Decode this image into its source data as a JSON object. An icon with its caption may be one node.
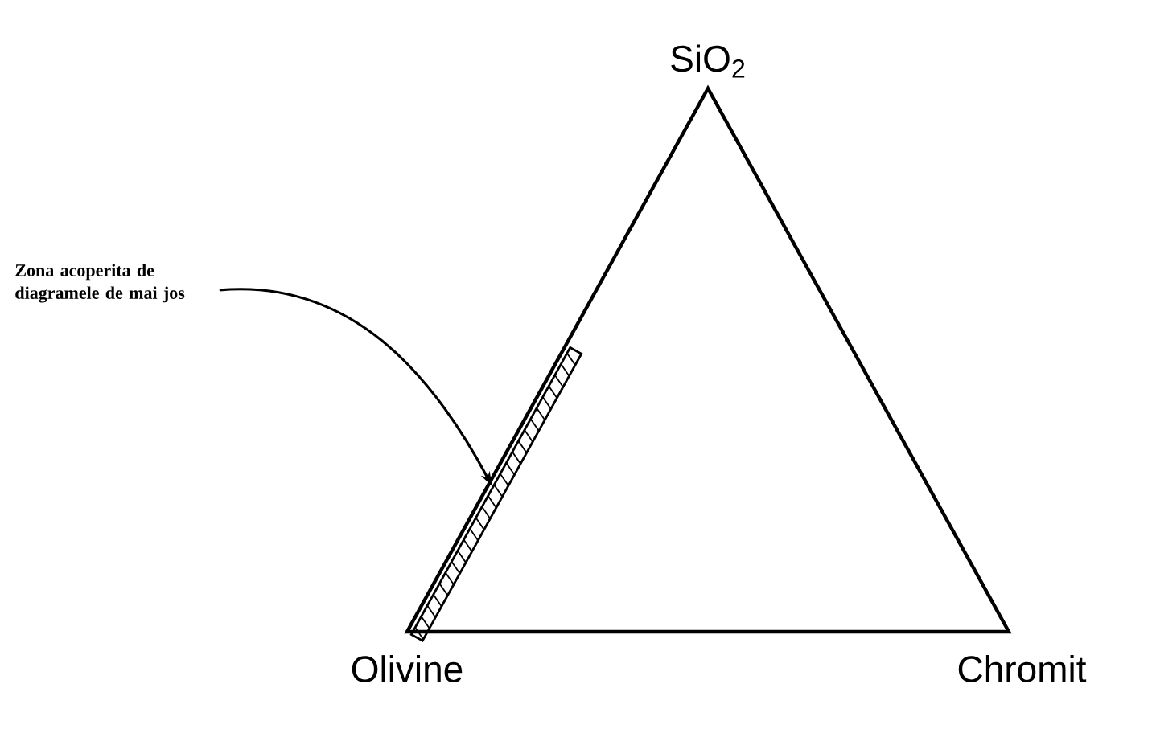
{
  "diagram": {
    "nodes": [
      {
        "text": [
          "Zona acoperita de diagramele de mai jos"
        ]
      },
      {
        "text": [],
        "shape": "bar"
      }
    ],
    "edges": [
      {
        "from": 0,
        "to": 1,
        "arrow": "to"
      }
    ],
    "labels": [
      "SiO$_{2}$",
      "Olivine",
      "Chromit"
    ]
  }
}
